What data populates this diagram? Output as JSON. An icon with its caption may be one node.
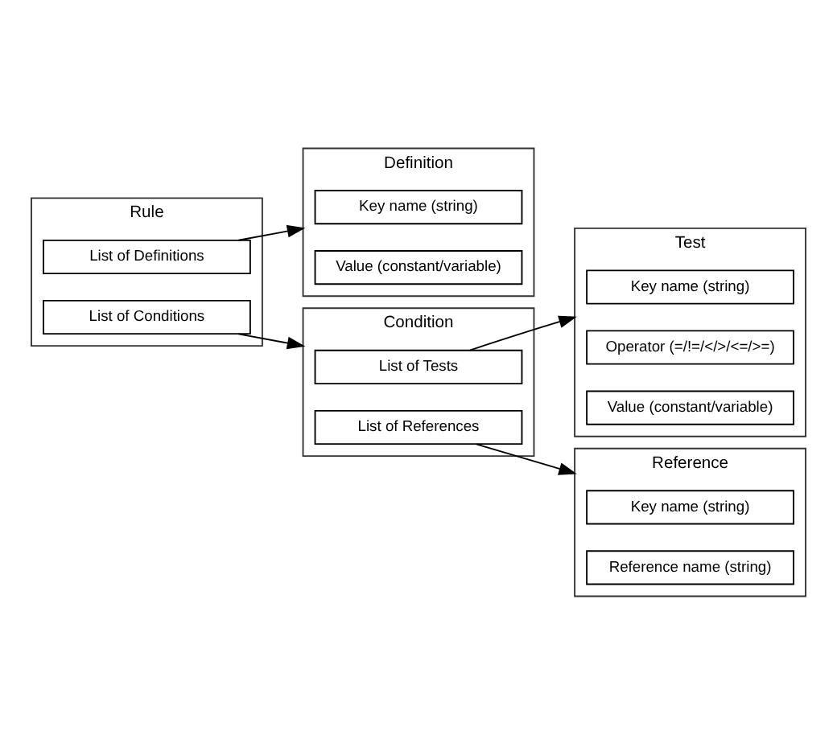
{
  "diagram": {
    "nodes": [
      {
        "text": [
          "Rule"
        ]
      },
      {
        "text": [
          "List of Definitions"
        ],
        "in": 0
      },
      {
        "text": [
          "List of Conditions"
        ],
        "in": 0
      },
      {
        "text": [
          "Definition"
        ]
      },
      {
        "text": [
          "Key name (string)"
        ],
        "in": 3
      },
      {
        "text": [
          "Value (constant/variable)"
        ],
        "in": 3
      },
      {
        "text": [
          "Condition"
        ]
      },
      {
        "text": [
          "List of Tests"
        ],
        "in": 6
      },
      {
        "text": [
          "List of References"
        ],
        "in": 6
      },
      {
        "text": [
          "Test"
        ]
      },
      {
        "text": [
          "Key name (string)"
        ],
        "in": 9
      },
      {
        "text": [
          "Operator (=/!=/</>/<=/>=)"
        ],
        "in": 9
      },
      {
        "text": [
          "Value (constant/variable)"
        ],
        "in": 9
      },
      {
        "text": [
          "Reference"
        ]
      },
      {
        "text": [
          "Key name (string)"
        ],
        "in": 13
      },
      {
        "text": [
          "Reference name (string)"
        ],
        "in": 13
      }
    ],
    "edges": [
      {
        "from": 1,
        "to": 3,
        "arrow": "to"
      },
      {
        "from": 2,
        "to": 6,
        "arrow": "to"
      },
      {
        "from": 7,
        "to": 9,
        "arrow": "to"
      },
      {
        "from": 8,
        "to": 13,
        "arrow": "to"
      }
    ]
  }
}
